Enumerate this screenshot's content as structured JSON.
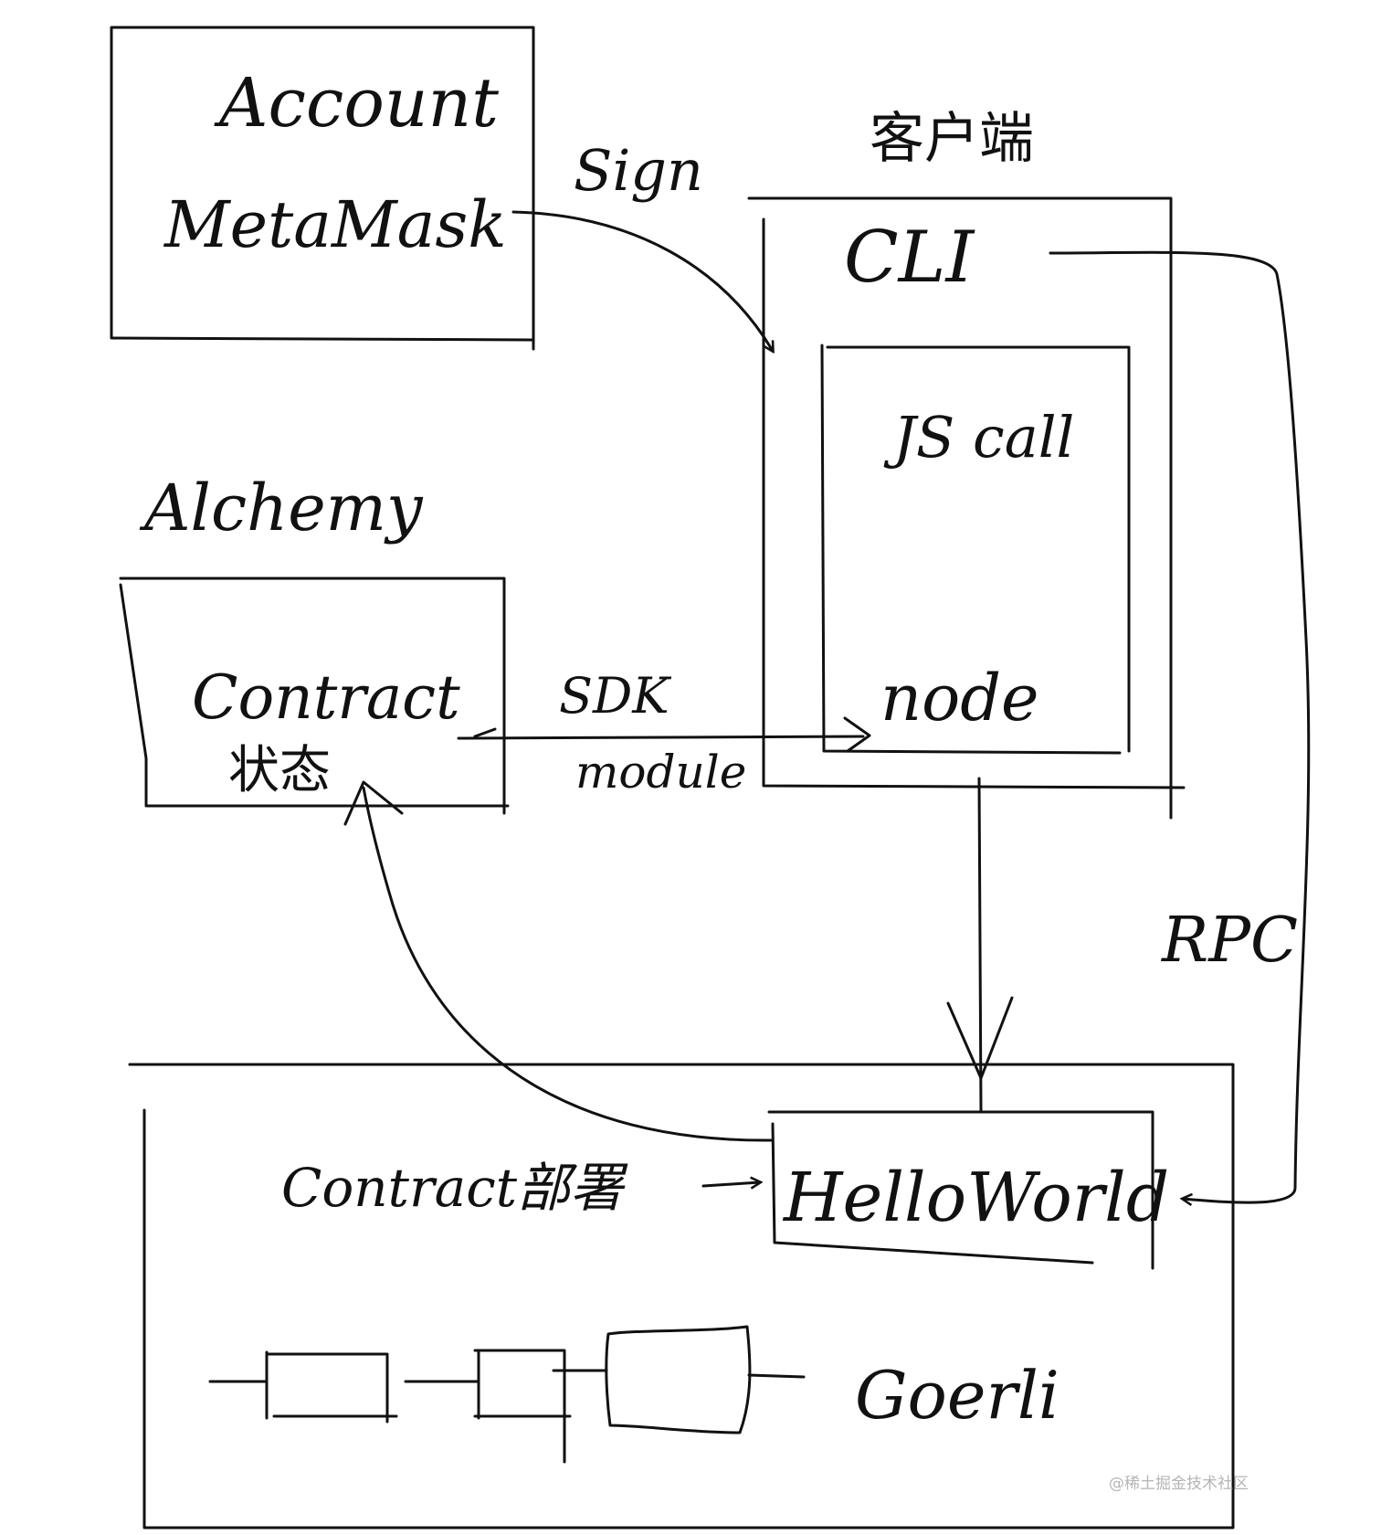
{
  "labels": {
    "account": "Account",
    "metamask": "MetaMask",
    "sign": "Sign",
    "client": "客户端",
    "cli": "CLI",
    "js_call": "JS call",
    "node": "node",
    "alchemy": "Alchemy",
    "contract": "Contract",
    "state": "状态",
    "sdk": "SDK",
    "module": "module",
    "rpc": "RPC",
    "contract_deploy": "Contract部署",
    "hello_world": "HelloWorld",
    "goerli": "Goerli"
  },
  "watermark": "@稀土掘金技术社区"
}
